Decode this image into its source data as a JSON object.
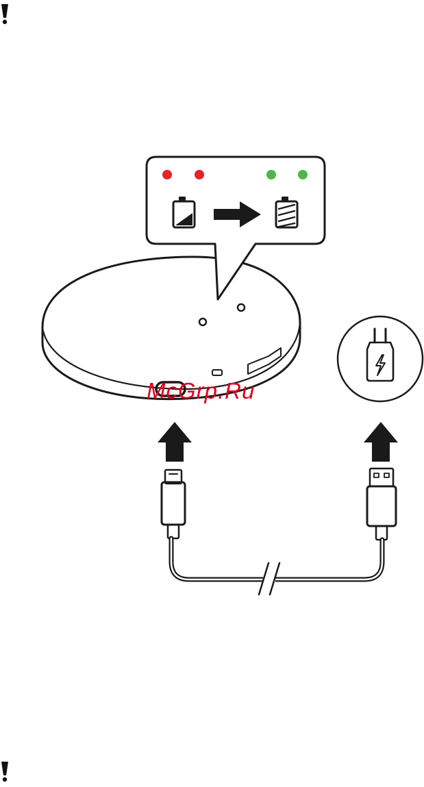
{
  "page": {
    "warning_icon_top": "exclamation-warning-icon",
    "warning_icon_bottom": "exclamation-warning-icon"
  },
  "illustration": {
    "indicator_leds": {
      "before": [
        "red",
        "red"
      ],
      "after": [
        "green",
        "green"
      ]
    },
    "colors": {
      "led_red": "#e4242b",
      "led_green": "#4cb848",
      "line": "#1a1a1a",
      "watermark": "#e0001b"
    },
    "icons": [
      "battery-low-icon",
      "arrow-right-icon",
      "battery-full-icon",
      "charging-dock",
      "usb-c-port",
      "up-arrow-icon",
      "wall-charger-icon",
      "usb-c-plug",
      "usb-a-plug",
      "cable-break-mark"
    ]
  },
  "watermark": {
    "text": "McGrp.Ru"
  }
}
